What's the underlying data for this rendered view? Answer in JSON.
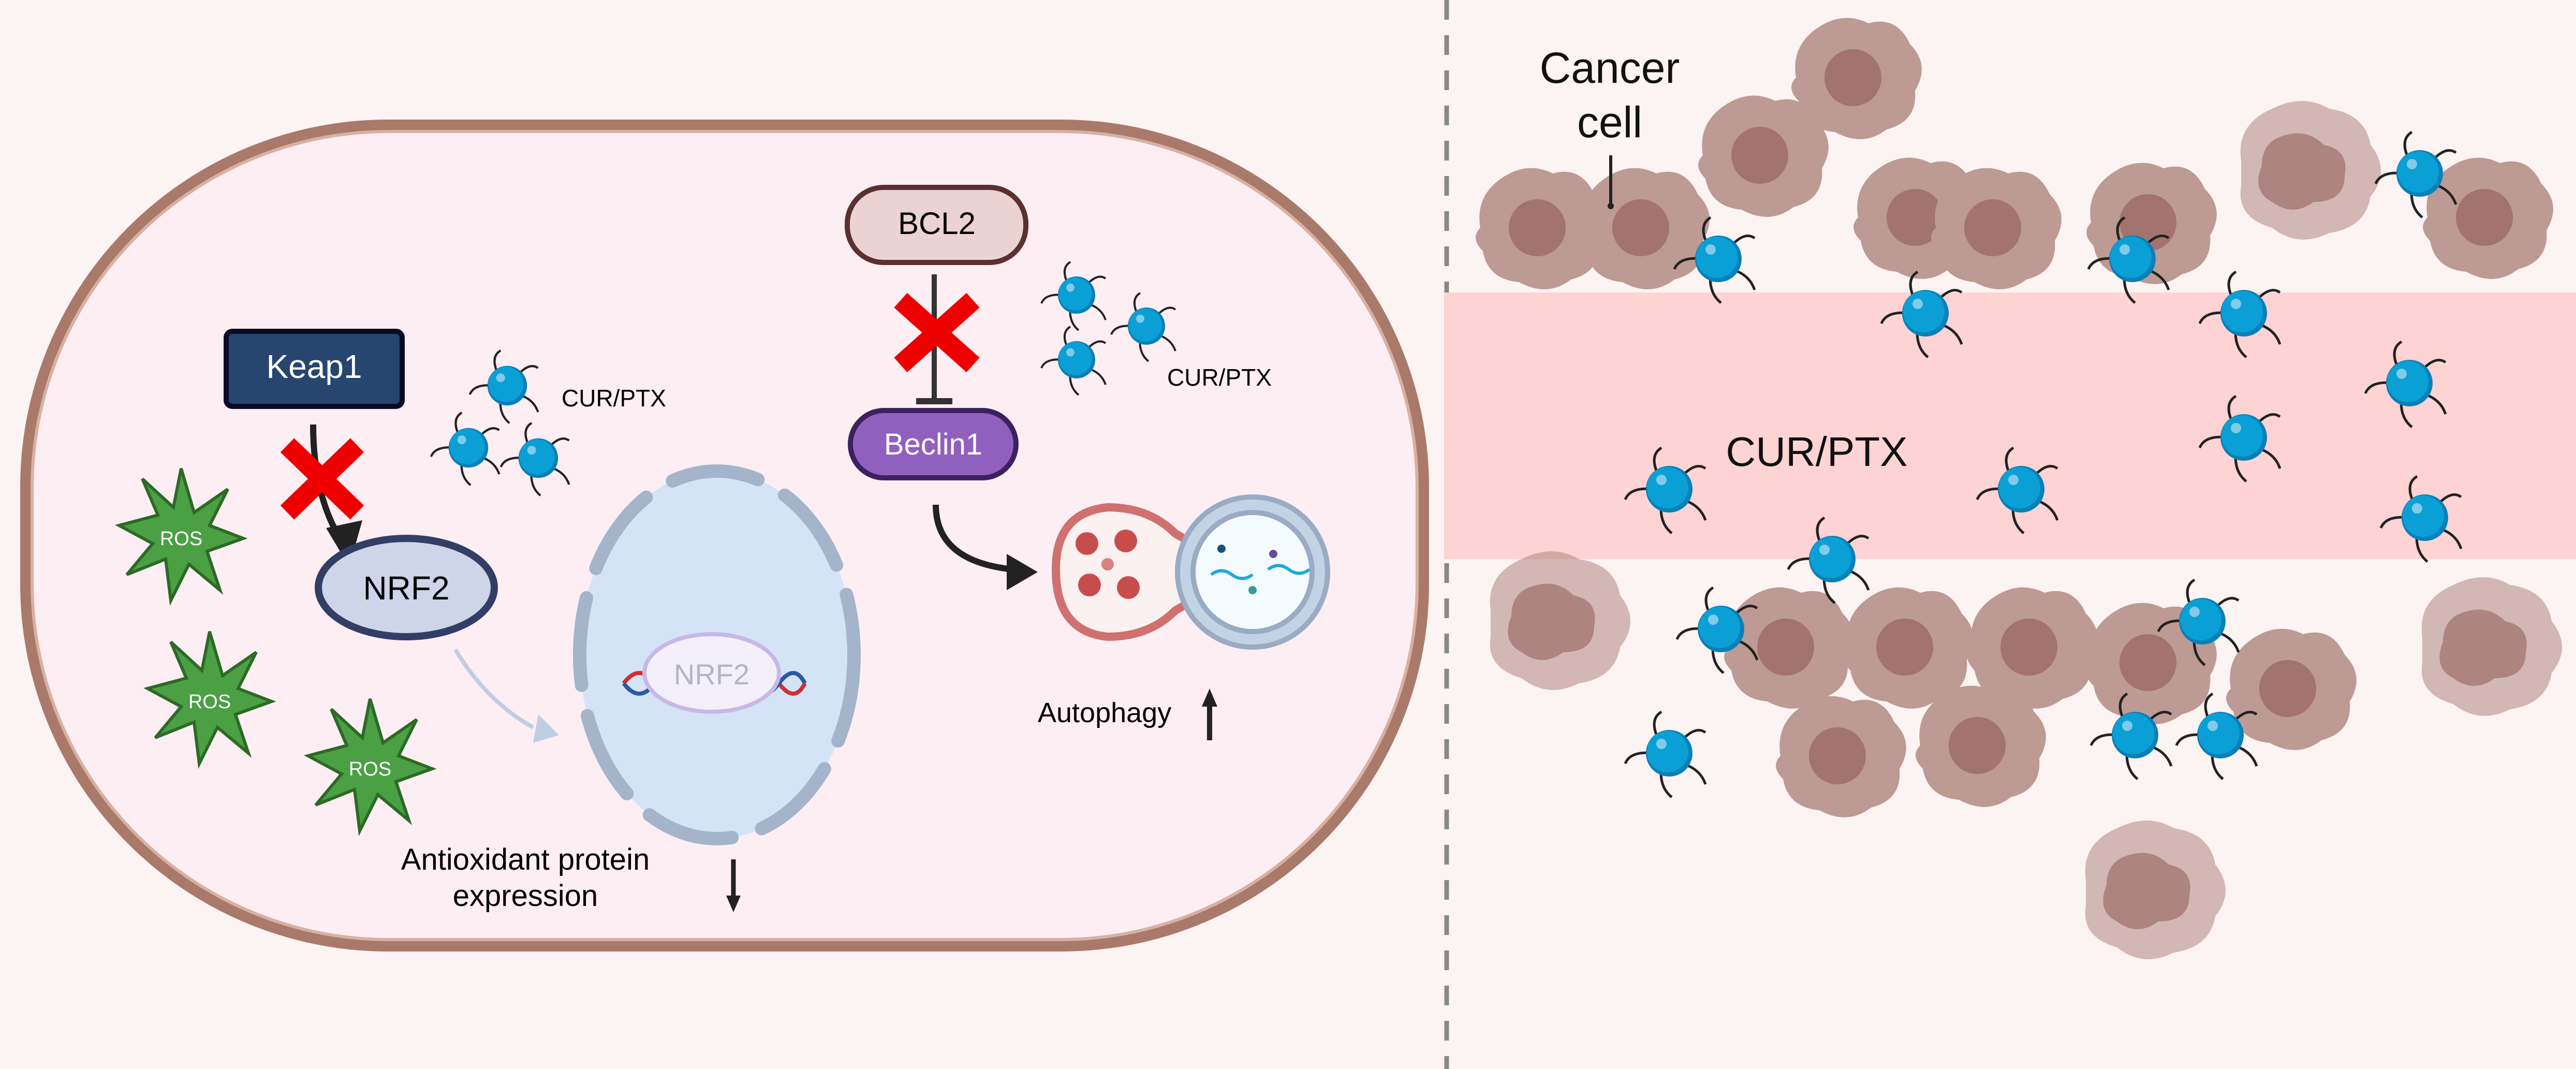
{
  "left_panel": {
    "keap1": "Keap1",
    "nrf2": "NRF2",
    "nrf2_nucleus": "NRF2",
    "bcl2": "BCL2",
    "beclin1": "Beclin1",
    "cur_ptx_1": "CUR/PTX",
    "cur_ptx_2": "CUR/PTX",
    "ros": [
      "ROS",
      "ROS",
      "ROS"
    ],
    "antioxidant_line1": "Antioxidant protein",
    "antioxidant_line2": "expression",
    "autophagy": "Autophagy"
  },
  "right_panel": {
    "cancer_cell_line1": "Cancer",
    "cancer_cell_line2": "cell",
    "cur_ptx": "CUR/PTX"
  },
  "colors": {
    "background": "#fcf3f3",
    "cell_fill": "#fdeef4",
    "cell_membrane": "#a97a6a",
    "keap1": "#26466f",
    "nrf2_fill": "#ced5e8",
    "nrf2_stroke": "#323e66",
    "bcl2_fill": "#ebd3d3",
    "beclin1": "#9160bf",
    "ros": "#4aa043",
    "inhibit_x": "#ee0000",
    "nanoparticle": "#0aa0d6",
    "vessel": "#fdd3d3",
    "tumor_cell": "#bd9a94",
    "tumor_nucleus": "#a2736f"
  }
}
